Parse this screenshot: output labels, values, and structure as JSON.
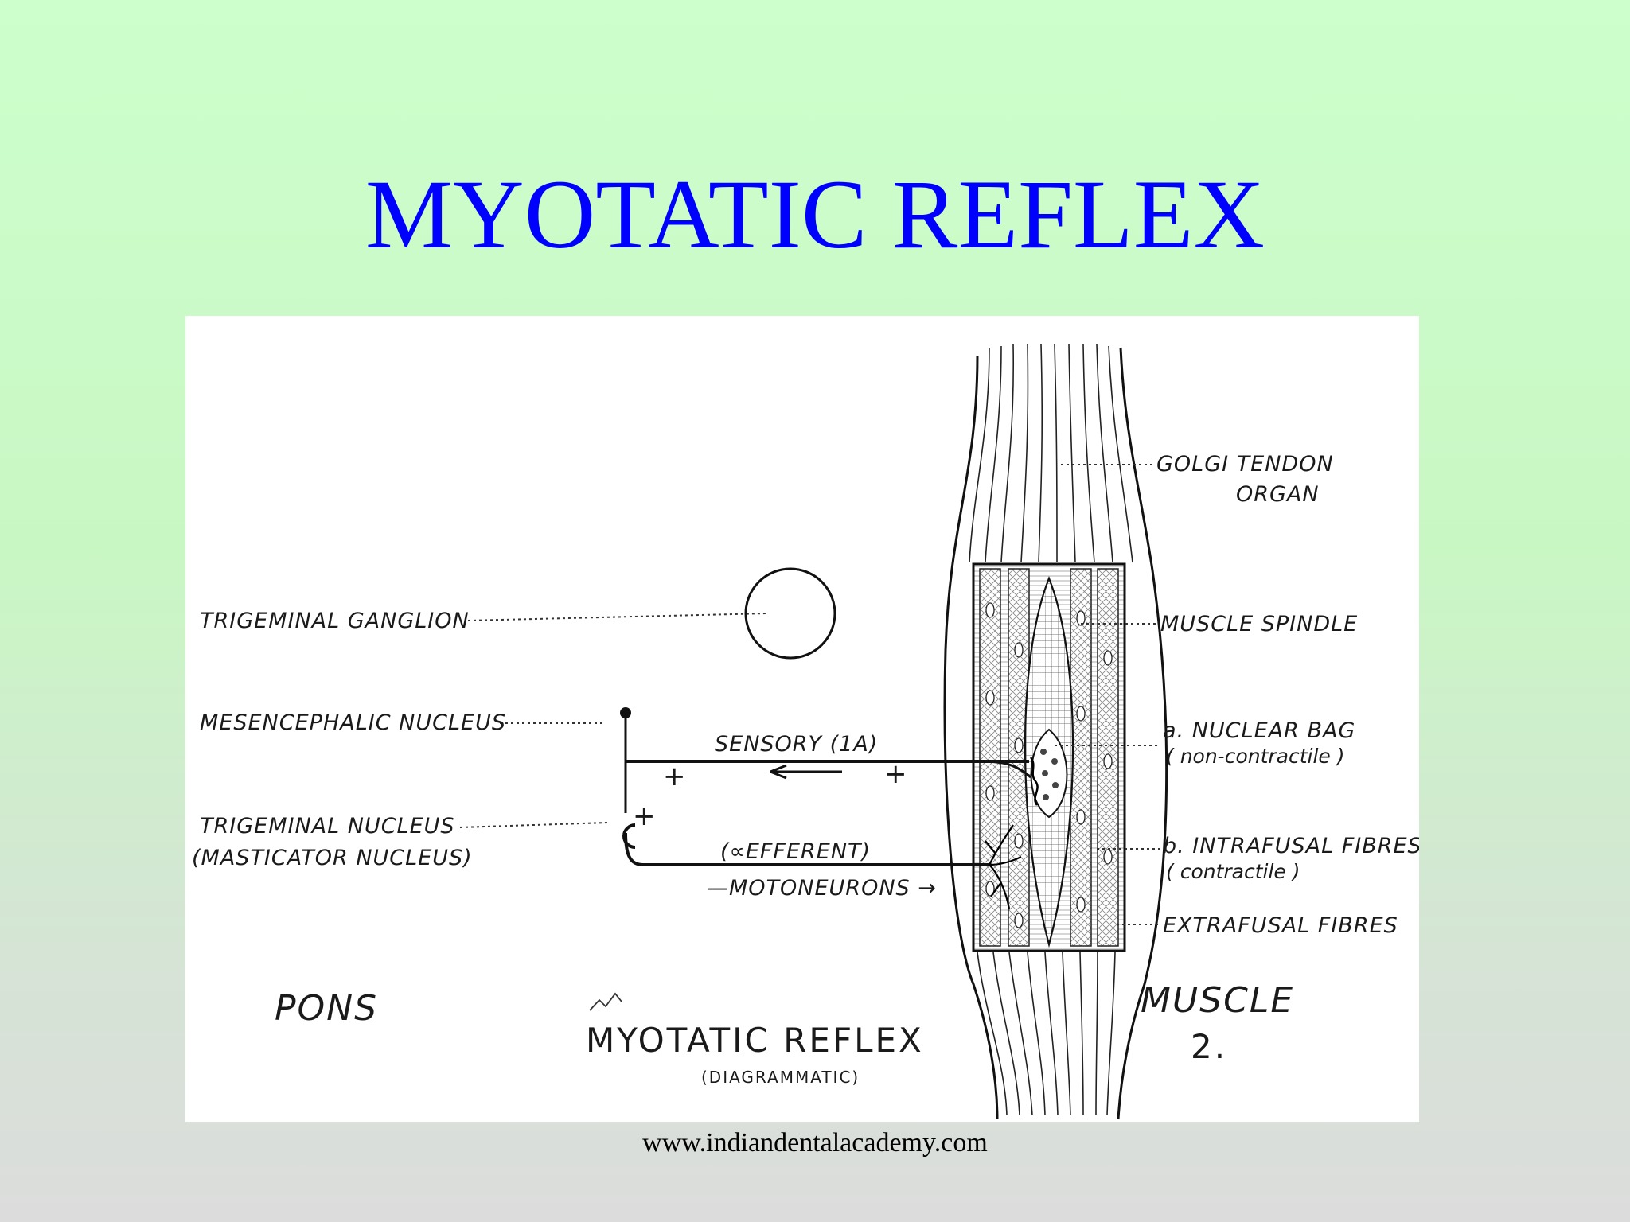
{
  "slide": {
    "title": "MYOTATIC REFLEX",
    "footer": "www.indiandentalacademy.com"
  },
  "diagram": {
    "labels": {
      "trigeminal_ganglion": "TRIGEMINAL  GANGLION",
      "mesencephalic_nucleus": "MESENCEPHALIC  NUCLEUS",
      "trigeminal_nucleus": "TRIGEMINAL   NUCLEUS",
      "masticator_nucleus": "(MASTICATOR  NUCLEUS)",
      "sensory": "SENSORY (1A)",
      "efferent": "(∝EFFERENT)",
      "motoneurons": "—MOTONEURONS →",
      "golgi_tendon_1": "GOLGI  TENDON",
      "golgi_tendon_2": "ORGAN",
      "muscle_spindle": "MUSCLE  SPINDLE",
      "nuclear_bag_1": "a. NUCLEAR BAG",
      "nuclear_bag_2": "( non-contractile )",
      "intrafusal_1": "b. INTRAFUSAL  FIBRES",
      "intrafusal_2": "( contractile )",
      "extrafusal": "EXTRAFUSAL  FIBRES",
      "pons": "PONS",
      "muscle": "MUSCLE",
      "figure_number": "2.",
      "caption": "MYOTATIC  REFLEX",
      "caption_sub": "(DIAGRAMMATIC)",
      "plus_left": "+",
      "plus_right": "+",
      "plus_nucleus": "+"
    }
  }
}
